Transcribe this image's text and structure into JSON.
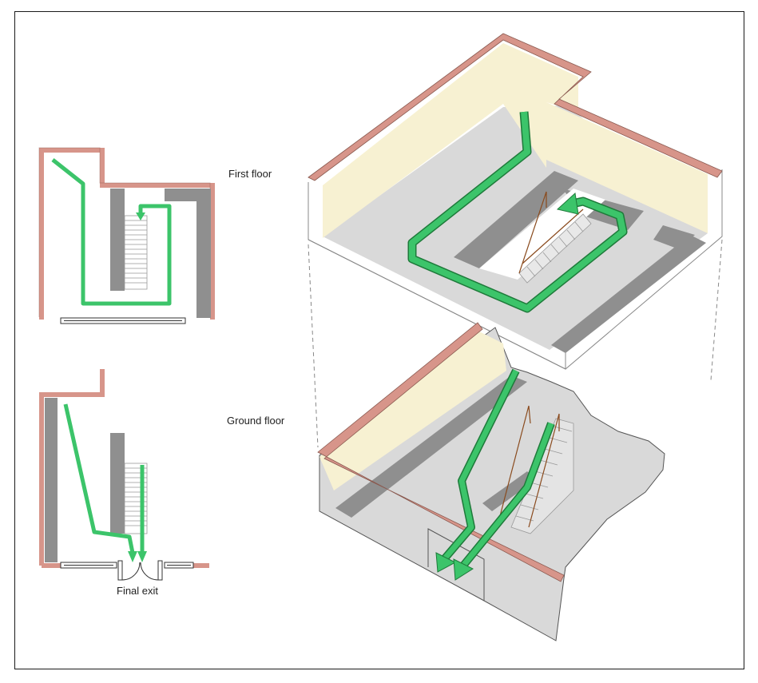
{
  "labels": {
    "first_floor": "First floor",
    "ground_floor": "Ground floor",
    "final_exit": "Final exit"
  },
  "colors": {
    "wall": "#d7958a",
    "wall_edge": "#8a5a50",
    "route": "#3cc46a",
    "route_dark": "#1e7a3a",
    "floor": "#d9d9d9",
    "wall_fill": "#f7f1d2",
    "dark_band": "#8f8f8f",
    "rail": "#8a4b1e"
  }
}
